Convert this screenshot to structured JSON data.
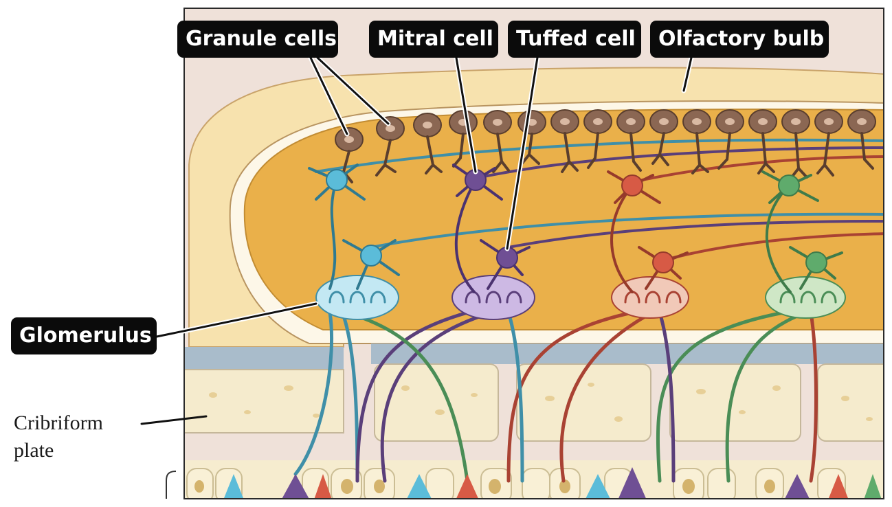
{
  "labels": {
    "granule_cells": "Granule cells",
    "mitral_cell": "Mitral cell",
    "tufted_cell": "Tuffed cell",
    "olfactory_bulb": "Olfactory bulb",
    "glomerulus": "Glomerulus",
    "cribriform_line1": "Cribriform",
    "cribriform_line2": "plate"
  },
  "colors": {
    "label_bg": "#0b0b0b",
    "label_text": "#ffffff",
    "bulb_fill": "#eab04a",
    "bulb_rim": "#f7e2ae",
    "background": "#efe1d9",
    "bone": "#f5ebcd",
    "granule": "#8b6753",
    "neuron_blue": "#5bbcd9",
    "neuron_purple": "#6f4f94",
    "neuron_red": "#d75a45",
    "neuron_green": "#5fab6c"
  }
}
